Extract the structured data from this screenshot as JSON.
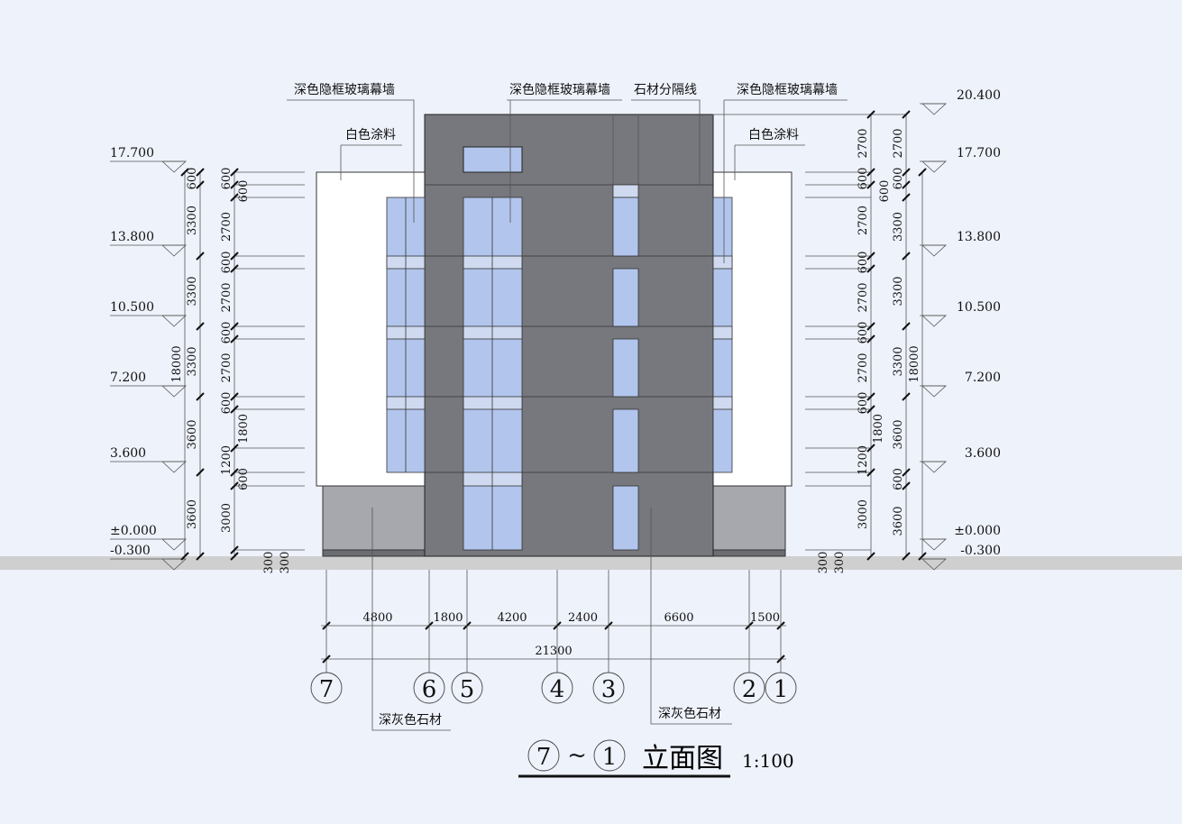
{
  "annotations": {
    "glass_left": "深色隐框玻璃幕墙",
    "glass_center": "深色隐框玻璃幕墙",
    "stone_line": "石材分隔线",
    "glass_right": "深色隐框玻璃幕墙",
    "paint_left": "白色涂料",
    "paint_right": "白色涂料",
    "stone_left": "深灰色石材",
    "stone_right": "深灰色石材"
  },
  "levels_left": [
    "17.700",
    "13.800",
    "10.500",
    "7.200",
    "3.600",
    "±0.000",
    "-0.300"
  ],
  "levels_right": [
    "20.400",
    "17.700",
    "13.800",
    "10.500",
    "7.200",
    "3.600",
    "±0.000",
    "-0.300"
  ],
  "left_total": "18000",
  "left_chain_b": [
    "600",
    "3300",
    "3300",
    "3300",
    "3600",
    "3600"
  ],
  "left_chain_c": [
    "600",
    "600",
    "2700",
    "600",
    "2700",
    "600",
    "2700",
    "600",
    "1800",
    "1200",
    "600",
    "3000"
  ],
  "right_total": "18000",
  "right_chain_b": [
    "2700",
    "600",
    "600",
    "3300",
    "3300",
    "3300",
    "3600",
    "600",
    "3600"
  ],
  "right_chain_c": [
    "2700",
    "600",
    "2700",
    "600",
    "2700",
    "600",
    "2700",
    "600",
    "1800",
    "1200",
    "3000"
  ],
  "base_dims": [
    "300",
    "300"
  ],
  "bays": [
    "4800",
    "1800",
    "4200",
    "2400",
    "6600",
    "1500"
  ],
  "total_width": "21300",
  "axes": [
    "7",
    "6",
    "5",
    "4",
    "3",
    "2",
    "1"
  ],
  "title": {
    "from": "7",
    "sep": "~",
    "to": "1",
    "name": "立面图",
    "scale": "1:100"
  },
  "colors": {
    "background": "#eef2fb",
    "tower": "#76787e",
    "glass": "#b2c5ec",
    "stone_base": "#a6a8ad",
    "ground": "#cfcfcf"
  }
}
